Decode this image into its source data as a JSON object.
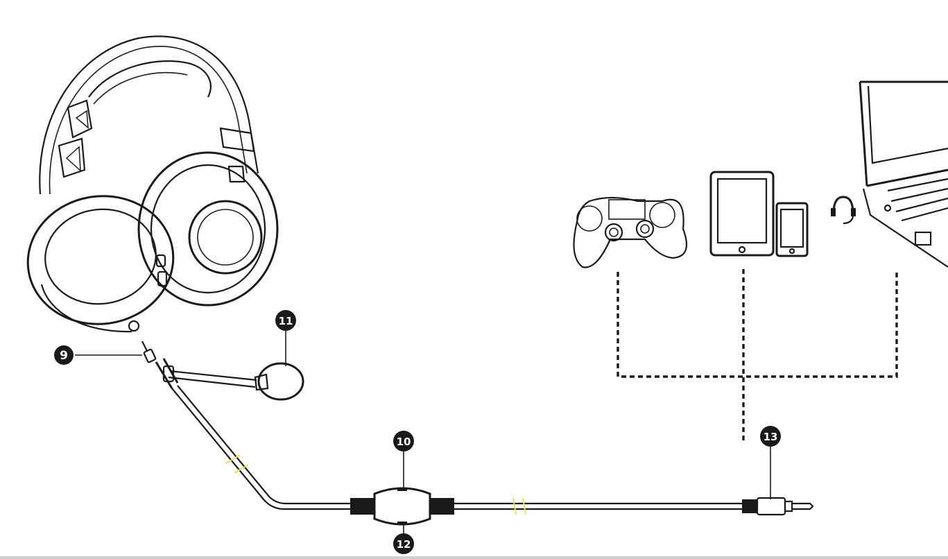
{
  "callouts": [
    {
      "id": "jack-headset",
      "number": "9"
    },
    {
      "id": "inline-volume",
      "number": "10"
    },
    {
      "id": "microphone",
      "number": "11"
    },
    {
      "id": "inline-mute",
      "number": "12"
    },
    {
      "id": "jack-device",
      "number": "13"
    }
  ],
  "devices": [
    "game-controller",
    "tablet",
    "smartphone",
    "laptop"
  ],
  "icons": {
    "headset_port": "headset-icon"
  },
  "colors": {
    "ink": "#1a1a1a",
    "cable_break": "#e8e35a",
    "background": "#ffffff"
  }
}
